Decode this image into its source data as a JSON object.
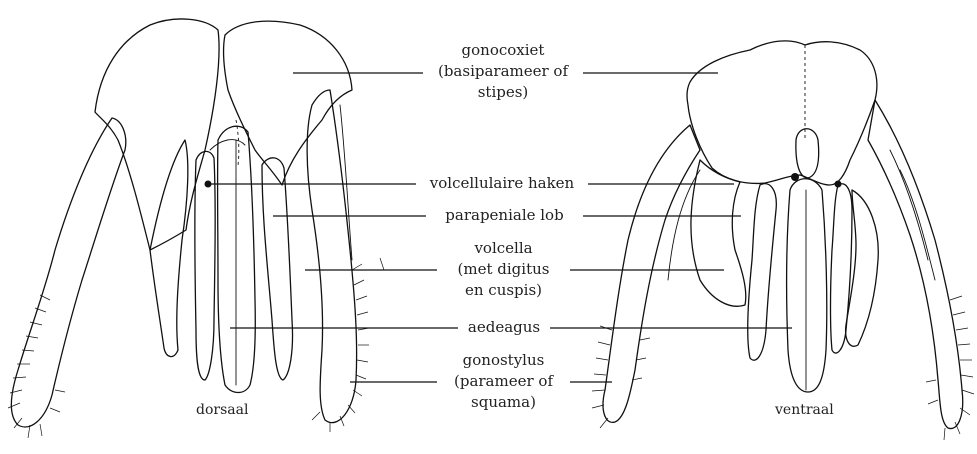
{
  "labels": {
    "gonocoxiet": [
      "gonocoxiet",
      "(basiparameer of",
      "stipes)"
    ],
    "volcellulaire": [
      "volcellulaire haken"
    ],
    "parapeniale": [
      "parapeniale lob"
    ],
    "volcella": [
      "volcella",
      "(met digitus",
      "en cuspis)"
    ],
    "aedeagus": [
      "aedeagus"
    ],
    "gonostylus": [
      "gonostylus",
      "(parameer of",
      "squama)"
    ]
  },
  "views": {
    "left": "dorsaal",
    "right": "ventraal"
  }
}
